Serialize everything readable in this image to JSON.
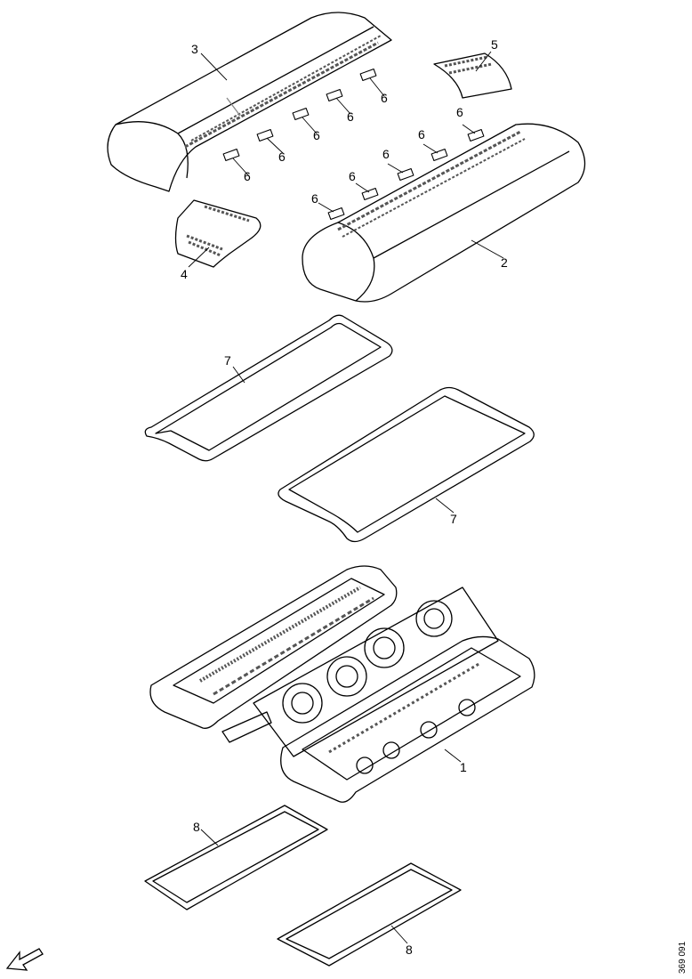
{
  "callouts": {
    "c1": "1",
    "c2": "2",
    "c3": "3",
    "c4": "4",
    "c5": "5",
    "c6": "6",
    "c7": "7",
    "c8": "8"
  },
  "figure_id": "369 091",
  "icons": {
    "direction_arrow": "arrow-front-icon"
  },
  "colors": {
    "line": "#000000",
    "shade": "#9a9a9a",
    "paper": "#ffffff"
  }
}
